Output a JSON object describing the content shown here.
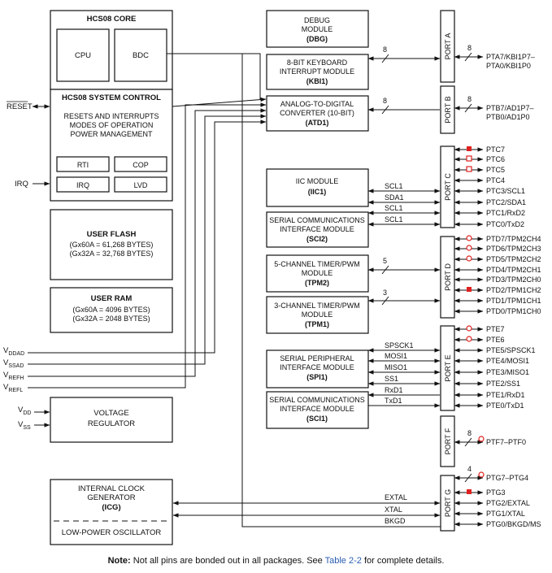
{
  "core": {
    "title": "HCS08 CORE",
    "cpu": "CPU",
    "bdc": "BDC"
  },
  "system_control": {
    "title": "HCS08 SYSTEM CONTROL",
    "lines": [
      "RESETS AND INTERRUPTS",
      "MODES OF OPERATION",
      "POWER MANAGEMENT"
    ],
    "rti": "RTI",
    "cop": "COP",
    "irq": "IRQ",
    "lvd": "LVD"
  },
  "user_flash": {
    "title": "USER FLASH",
    "lines": [
      "(Gx60A = 61,268 BYTES)",
      "(Gx32A = 32,768 BYTES)"
    ]
  },
  "user_ram": {
    "title": "USER RAM",
    "lines": [
      "(Gx60A = 4096 BYTES)",
      "(Gx32A = 2048 BYTES)"
    ]
  },
  "voltage_regulator": {
    "lines": [
      "VOLTAGE",
      "REGULATOR"
    ]
  },
  "icg": {
    "lines": [
      "INTERNAL CLOCK",
      "GENERATOR"
    ],
    "abbr": "(ICG)",
    "lpo": "LOW-POWER OSCILLATOR"
  },
  "left_signals": {
    "reset": "RESET",
    "irq": "IRQ",
    "vddad": "V",
    "vddad_sub": "DDAD",
    "vssad": "V",
    "vssad_sub": "SSAD",
    "vrefh": "V",
    "vrefh_sub": "REFH",
    "vrefl": "V",
    "vrefl_sub": "REFL",
    "vdd": "V",
    "vdd_sub": "DD",
    "vss": "V",
    "vss_sub": "SS"
  },
  "modules": {
    "dbg": {
      "lines": [
        "DEBUG",
        "MODULE"
      ],
      "abbr": "(DBG)"
    },
    "kbi": {
      "lines": [
        "8-BIT KEYBOARD",
        "INTERRUPT MODULE"
      ],
      "abbr": "(KBI1)"
    },
    "atd": {
      "lines": [
        "ANALOG-TO-DIGITAL",
        "CONVERTER (10-BIT)"
      ],
      "abbr": "(ATD1)"
    },
    "iic": {
      "lines": [
        "IIC MODULE"
      ],
      "abbr": "(IIC1)"
    },
    "sci2": {
      "lines": [
        "SERIAL COMMUNICATIONS",
        "INTERFACE MODULE"
      ],
      "abbr": "(SCI2)"
    },
    "tpm2": {
      "lines": [
        "5-CHANNEL TIMER/PWM",
        "MODULE"
      ],
      "abbr": "(TPM2)"
    },
    "tpm1": {
      "lines": [
        "3-CHANNEL TIMER/PWM",
        "MODULE"
      ],
      "abbr": "(TPM1)"
    },
    "spi": {
      "lines": [
        "SERIAL PERIPHERAL",
        "INTERFACE MODULE"
      ],
      "abbr": "(SPI1)"
    },
    "sci1": {
      "lines": [
        "SERIAL COMMUNICATIONS",
        "INTERFACE MODULE"
      ],
      "abbr": "(SCI1)"
    }
  },
  "signals": {
    "scl1a": "SCL1",
    "sda1": "SDA1",
    "scl1b": "SCL1",
    "scl1c": "SCL1",
    "spsck1": "SPSCK1",
    "mosi1": "MOSI1",
    "miso1": "MISO1",
    "ss1": "SS1",
    "rxd1": "RxD1",
    "txd1": "TxD1",
    "extal": "EXTAL",
    "xtal": "XTAL",
    "bkgd": "BKGD"
  },
  "bus_widths": {
    "kbi": "8",
    "atd": "8",
    "tpm2": "5",
    "tpm1": "3",
    "porta": "8",
    "portb": "8",
    "portf": "8",
    "portg": "4"
  },
  "ports": {
    "a": "PORT A",
    "b": "PORT B",
    "c": "PORT C",
    "d": "PORT D",
    "e": "PORT E",
    "f": "PORT F",
    "g": "PORT G"
  },
  "pins": {
    "a": [
      "PTA7/KBI1P7–",
      "PTA0/KBI1P0"
    ],
    "b": [
      "PTB7/AD1P7–",
      "PTB0/AD1P0"
    ],
    "c": [
      "PTC7",
      "PTC6",
      "PTC5",
      "PTC4",
      "PTC3/SCL1",
      "PTC2/SDA1",
      "PTC1/RxD2",
      "PTC0/TxD2"
    ],
    "d": [
      "PTD7/TPM2CH4",
      "PTD6/TPM2CH3",
      "PTD5/TPM2CH2",
      "PTD4/TPM2CH1",
      "PTD3/TPM2CH0",
      "PTD2/TPM1CH2",
      "PTD1/TPM1CH1",
      "PTD0/TPM1CH0"
    ],
    "e": [
      "PTE7",
      "PTE6",
      "PTE5/SPSCK1",
      "PTE4/MOSI1",
      "PTE3/MISO1",
      "PTE2/SS1",
      "PTE1/RxD1",
      "PTE0/TxD1"
    ],
    "f": [
      "PTF7–PTF0"
    ],
    "g": [
      "PTG7–PTG4",
      "PTG3",
      "PTG2/EXTAL",
      "PTG1/XTAL",
      "PTG0/BKGD/MS"
    ]
  },
  "note": {
    "label": "Note:",
    "text": " Not all pins are bonded out in all packages. See ",
    "link": "Table 2-2",
    "text2": " for complete details."
  },
  "colors": {
    "marker": "#e02020",
    "line": "#111111",
    "link": "#2a5db0"
  }
}
